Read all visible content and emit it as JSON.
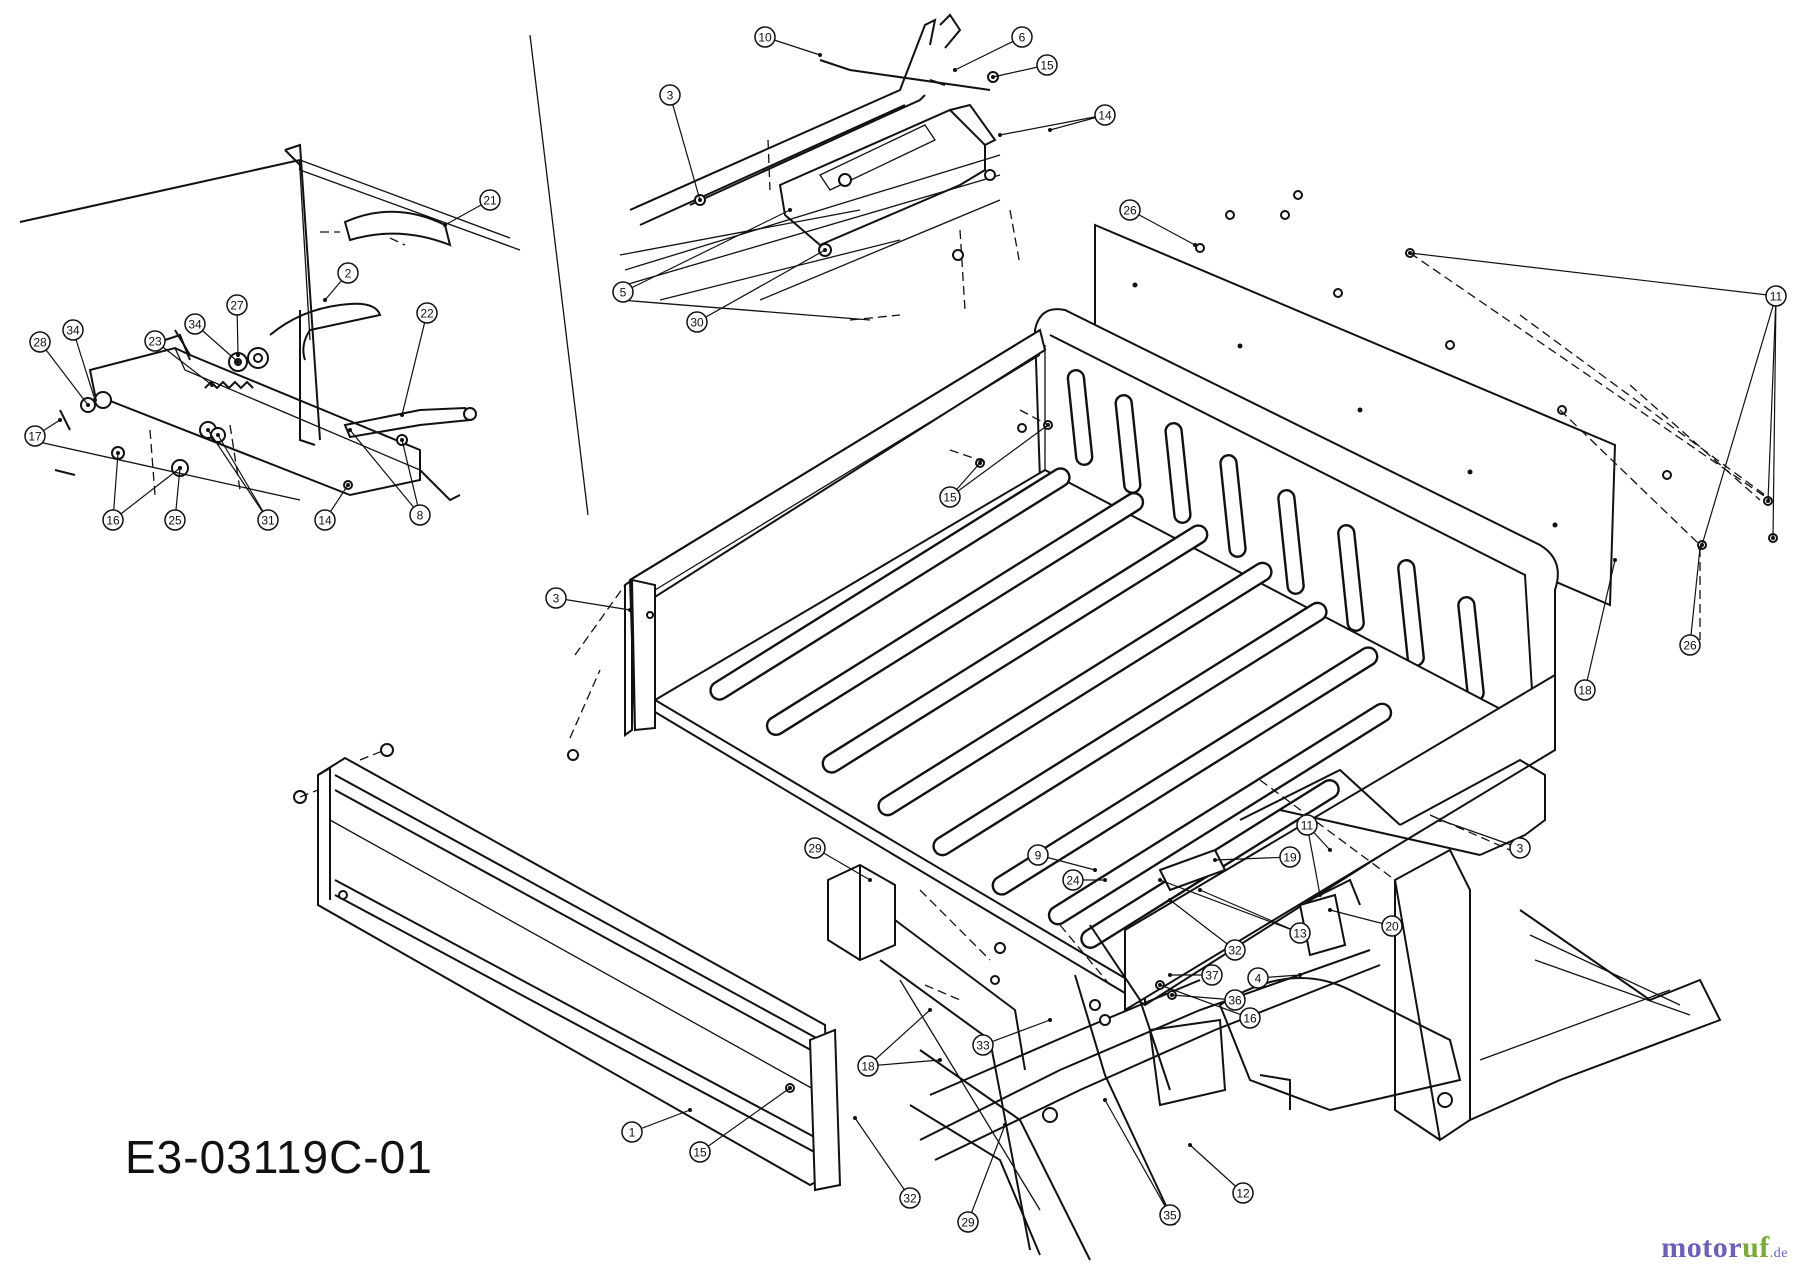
{
  "diagram_code": "E3-03119C-01",
  "watermark": {
    "part1": "motor",
    "part2": "uf",
    "suffix": ".de"
  },
  "callouts": [
    {
      "label": "10"
    },
    {
      "label": "6"
    },
    {
      "label": "15"
    },
    {
      "label": "3"
    },
    {
      "label": "14"
    },
    {
      "label": "5"
    },
    {
      "label": "30"
    },
    {
      "label": "26"
    },
    {
      "label": "11"
    },
    {
      "label": "21"
    },
    {
      "label": "2"
    },
    {
      "label": "22"
    },
    {
      "label": "27"
    },
    {
      "label": "34"
    },
    {
      "label": "23"
    },
    {
      "label": "28"
    },
    {
      "label": "34"
    },
    {
      "label": "17"
    },
    {
      "label": "16"
    },
    {
      "label": "25"
    },
    {
      "label": "31"
    },
    {
      "label": "14"
    },
    {
      "label": "8"
    },
    {
      "label": "15"
    },
    {
      "label": "3"
    },
    {
      "label": "26"
    },
    {
      "label": "18"
    },
    {
      "label": "3"
    },
    {
      "label": "29"
    },
    {
      "label": "9"
    },
    {
      "label": "19"
    },
    {
      "label": "24"
    },
    {
      "label": "11"
    },
    {
      "label": "20"
    },
    {
      "label": "13"
    },
    {
      "label": "32"
    },
    {
      "label": "4"
    },
    {
      "label": "37"
    },
    {
      "label": "36"
    },
    {
      "label": "16"
    },
    {
      "label": "33"
    },
    {
      "label": "18"
    },
    {
      "label": "1"
    },
    {
      "label": "15"
    },
    {
      "label": "32"
    },
    {
      "label": "29"
    },
    {
      "label": "35"
    },
    {
      "label": "12"
    }
  ]
}
